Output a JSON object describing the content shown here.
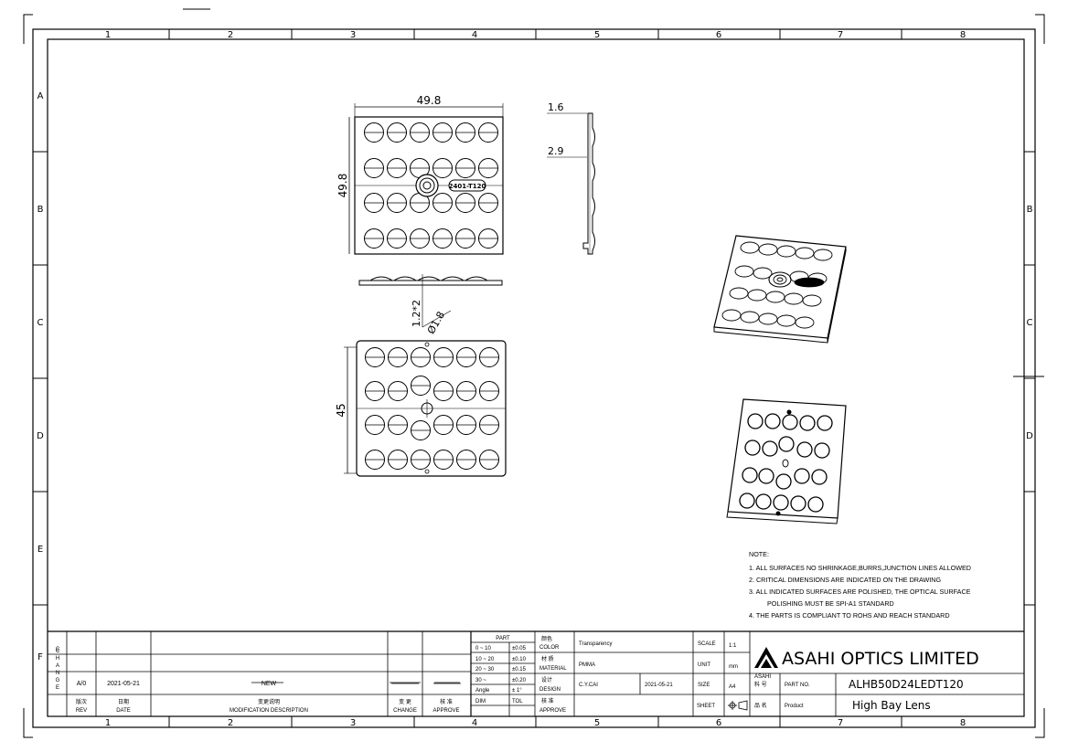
{
  "border": {
    "columns": [
      "1",
      "2",
      "3",
      "4",
      "5",
      "6",
      "7",
      "8"
    ],
    "rows": [
      "A",
      "B",
      "C",
      "D",
      "E",
      "F"
    ]
  },
  "dimensions": {
    "top_width": "49.8",
    "top_height": "49.8",
    "side_thickness": "1.6",
    "side_height": "2.9",
    "hole_label": "1.2*2",
    "hole_diameter": "Ø1.8",
    "bottom_height": "45",
    "engraving": "2401-T120"
  },
  "notes": {
    "title": "NOTE:",
    "lines": [
      "1. ALL SURFACES NO SHRINKAGE,BURRS,JUNCTION LINES ALLOWED",
      "2. CRITICAL DIMENSIONS ARE INDICATED ON THE DRAWING",
      "3. ALL INDICATED SURFACES ARE POLISHED, THE OPTICAL SURFACE",
      "   POLISHING MUST BE SPI-A1 STANDARD",
      "4. THE PARTS IS COMPLIANT TO ROHS AND REACH STANDARD"
    ]
  },
  "title_block": {
    "change_letters": "CHANGE",
    "rev": "A/0",
    "date": "2021-05-21",
    "description": "NEW",
    "header_rev_cn": "版次",
    "header_rev": "REV",
    "header_date_cn": "日期",
    "header_date": "DATE",
    "header_desc_cn": "变更说明",
    "header_desc": "MODIFICATION DESCRIPTION",
    "header_change_cn": "变 更",
    "header_change": "CHANGE",
    "header_approve_cn": "核 准",
    "header_approve": "APPROVE",
    "tolerance": {
      "header": "PART",
      "rows": [
        {
          "range": "0 ~ 10",
          "tol": "±0.05"
        },
        {
          "range": "10 ~ 20",
          "tol": "±0.10"
        },
        {
          "range": "20 ~ 30",
          "tol": "±0.15"
        },
        {
          "range": "30 ~",
          "tol": "±0.20"
        },
        {
          "range": "Angle",
          "tol": "± 1°"
        },
        {
          "range": "DIM",
          "tol": "TOL"
        }
      ]
    },
    "color_cn": "颜色",
    "color_label": "COLOR",
    "color_value": "Transparency",
    "material_cn": "材 质",
    "material_label": "MATERIAL",
    "material_value": "PMMA",
    "design_cn": "设计",
    "design_label": "DESIGN",
    "designer": "C.Y.CAI",
    "design_date": "2021-05-21",
    "approve_cn": "核 准",
    "approve_label": "APPROVE",
    "scale_label": "SCALE",
    "scale_value": "1:1",
    "unit_label": "UNIT",
    "unit_value": "mm",
    "size_label": "SIZE",
    "size_value": "A4",
    "sheet_label": "SHEET",
    "company": "ASAHI OPTICS LIMITED",
    "logo_text": "ASAHI",
    "part_no_cn": "料 号",
    "part_no_label": "PART NO.",
    "part_no": "ALHB50D24LEDT120",
    "product_cn": "品 名",
    "product_label": "Product",
    "product": "High Bay Lens"
  }
}
